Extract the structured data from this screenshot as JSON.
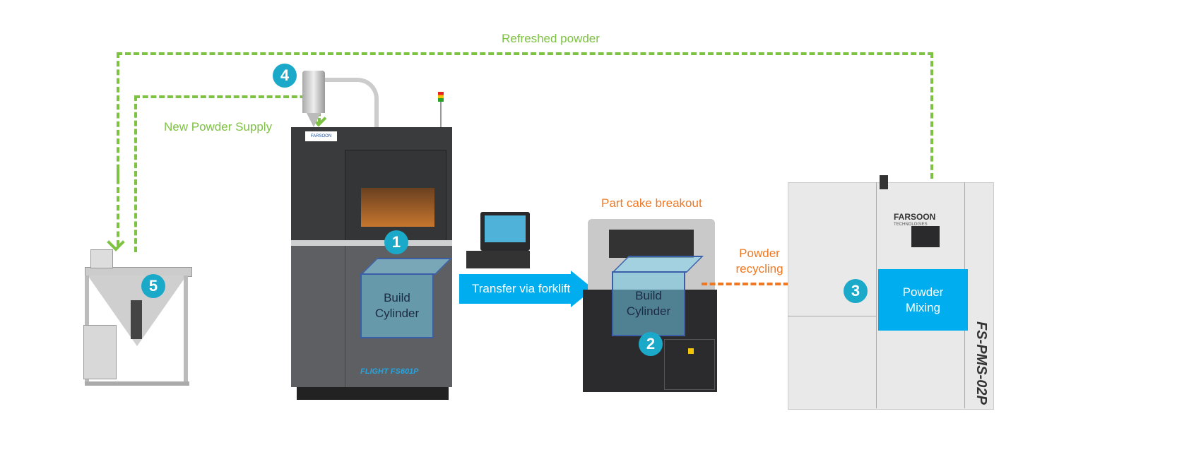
{
  "labels": {
    "refreshed_powder": "Refreshed powder",
    "new_powder_supply": "New Powder Supply",
    "part_cake_breakout": "Part cake breakout",
    "powder_recycling_1": "Powder",
    "powder_recycling_2": "recycling",
    "transfer": "Transfer via forklift",
    "build_cylinder_1": "Build\nCylinder",
    "build_cylinder_2": "Build\nCylinder",
    "powder_mixing": "Powder\nMixing"
  },
  "badges": [
    "1",
    "2",
    "3",
    "4",
    "5"
  ],
  "machines": {
    "printer_brand": "FLIGHT FS601P",
    "logo_text": "FARSOON",
    "logo_sub": "TECHNOLOGIES",
    "mixer_model": "FS-PMS-02P"
  },
  "colors": {
    "green": "#7dc242",
    "blue": "#00aeef",
    "badge": "#1ba9c9",
    "orange": "#f07822"
  }
}
